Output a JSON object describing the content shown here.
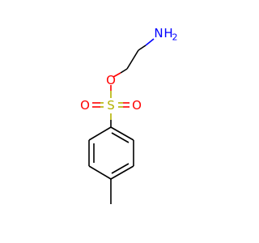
{
  "molecule": {
    "atoms": {
      "amine_n": {
        "symbol": "N",
        "hydrogens": "H",
        "h_count": "2",
        "color": "#0000ff"
      },
      "ester_o": {
        "symbol": "O",
        "color": "#ff0000"
      },
      "sulfur": {
        "symbol": "S",
        "color": "#b3b300"
      },
      "sulfonyl_o_left": {
        "symbol": "O",
        "color": "#ff0000"
      },
      "sulfonyl_o_right": {
        "symbol": "O",
        "color": "#ff0000"
      }
    }
  }
}
